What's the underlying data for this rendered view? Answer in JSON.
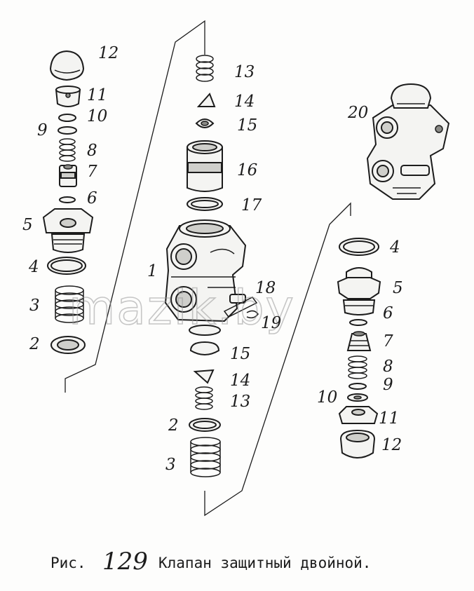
{
  "figure": {
    "caption_prefix": "Рис.",
    "caption_number": "129",
    "caption_title": "Клапан защитный двойной.",
    "watermark": "mazik.by"
  },
  "labels": {
    "left": [
      "12",
      "11",
      "10",
      "9",
      "8",
      "7",
      "6",
      "5",
      "4",
      "3",
      "2"
    ],
    "center_top": [
      "13",
      "14",
      "15",
      "16",
      "17"
    ],
    "center_body": [
      "1",
      "18",
      "19"
    ],
    "center_bottom": [
      "15",
      "14",
      "13",
      "2",
      "3"
    ],
    "right": [
      "20",
      "4",
      "5",
      "6",
      "7",
      "8",
      "9",
      "10",
      "11",
      "12"
    ]
  }
}
